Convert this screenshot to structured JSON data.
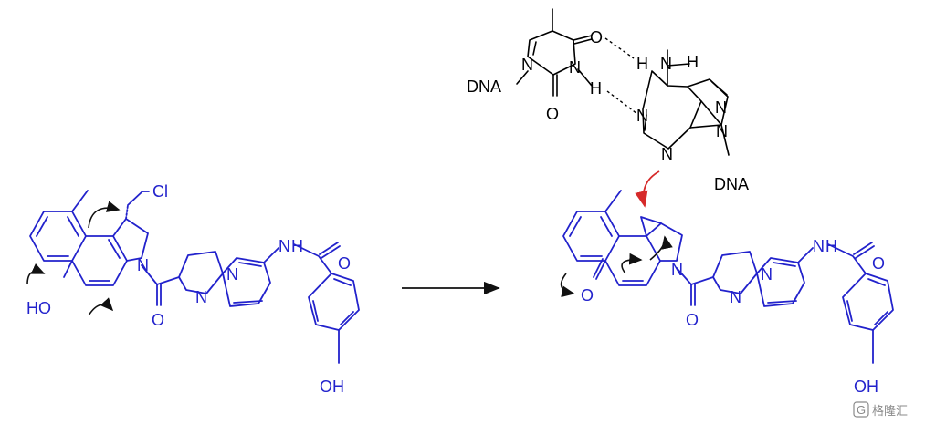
{
  "colors": {
    "product_molecule": "#2222cc",
    "dna_bases": "#000000",
    "attack_arrow": "#d62a2a",
    "reaction_arrow": "#111111"
  },
  "left_molecule": {
    "cl_label": "Cl",
    "oh_label": "HO",
    "n_ring": "N",
    "o_amide": "O",
    "n_imid1": "N",
    "n_imid2": "N",
    "nh_label": "H",
    "n_amide": "N",
    "o_benzoyl": "O",
    "oh_phenol": "OH"
  },
  "right_molecule": {
    "o_ketone": "O",
    "n_ring": "N",
    "o_amide": "O",
    "n_imid1": "N",
    "n_imid2": "N",
    "nh_label": "H",
    "n_amide": "N",
    "o_benzoyl": "O",
    "oh_phenol": "OH"
  },
  "dna_pair": {
    "thymine": {
      "dna_label": "DNA",
      "n1": "N",
      "n3": "N",
      "h3": "H",
      "o2": "O",
      "o4": "O"
    },
    "adenine": {
      "h_a": "H",
      "n6": "N",
      "h_b": "H",
      "n1": "N",
      "n3": "N",
      "n7": "N",
      "n9": "N",
      "dna_label": "DNA"
    }
  },
  "watermark": {
    "text": "格隆汇",
    "icon": "G"
  }
}
